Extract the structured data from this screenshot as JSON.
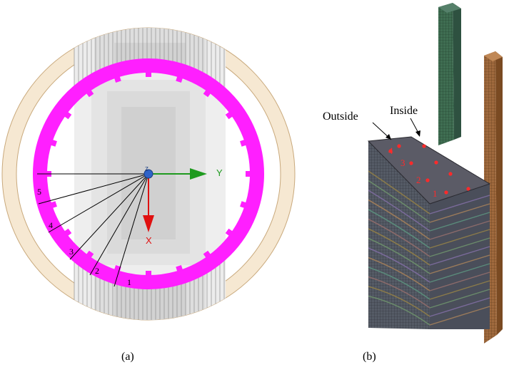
{
  "panel_a": {
    "caption": "(a)",
    "axis_y_label": "Y",
    "axis_x_label": "X",
    "axis_z_label": "Z",
    "radial_line_labels": [
      "1",
      "2",
      "3",
      "4",
      "5"
    ],
    "colors": {
      "ring": "#ff1fff",
      "outer_band": "#f6e8d2",
      "grid_fill": "#e0e0e0",
      "axis_y": "#1e9a1e",
      "axis_x": "#e01010",
      "origin": "#2f63c8"
    }
  },
  "panel_b": {
    "caption": "(b)",
    "label_outside": "Outside",
    "label_inside": "Inside",
    "point_labels": [
      "4",
      "3",
      "2",
      "1"
    ],
    "colors": {
      "point": "#ff2a2a",
      "green_column": "#3f6e52",
      "brown_column": "#a06a3e",
      "block_top": "#5b5b66",
      "block_side": "#4a4e5a"
    }
  }
}
